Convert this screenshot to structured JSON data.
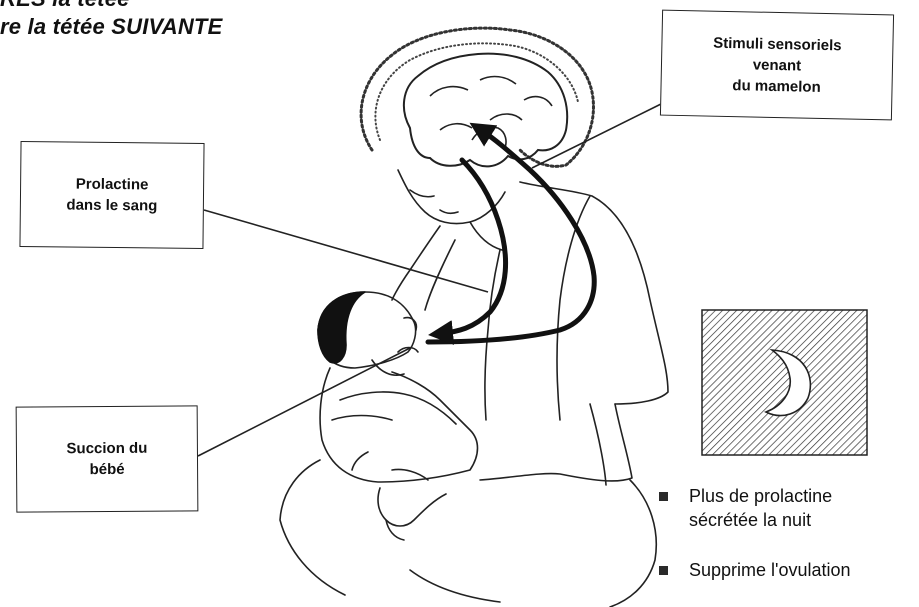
{
  "heading": {
    "line1": "RES la tétée",
    "line2": "re la tétée SUIVANTE"
  },
  "labels": {
    "stimuli": "Stimuli sensoriels\nvenant\ndu mamelon",
    "prolactine": "Prolactine\ndans le sang",
    "succion": "Succion du\nbébé"
  },
  "bullets": [
    "Plus de prolactine\nsécrétée la nuit",
    "Supprime l'ovulation"
  ],
  "icons": {
    "night": "crescent-moon-icon",
    "bullet": "square-bullet-icon"
  },
  "colors": {
    "ink": "#111111",
    "background": "#ffffff"
  }
}
